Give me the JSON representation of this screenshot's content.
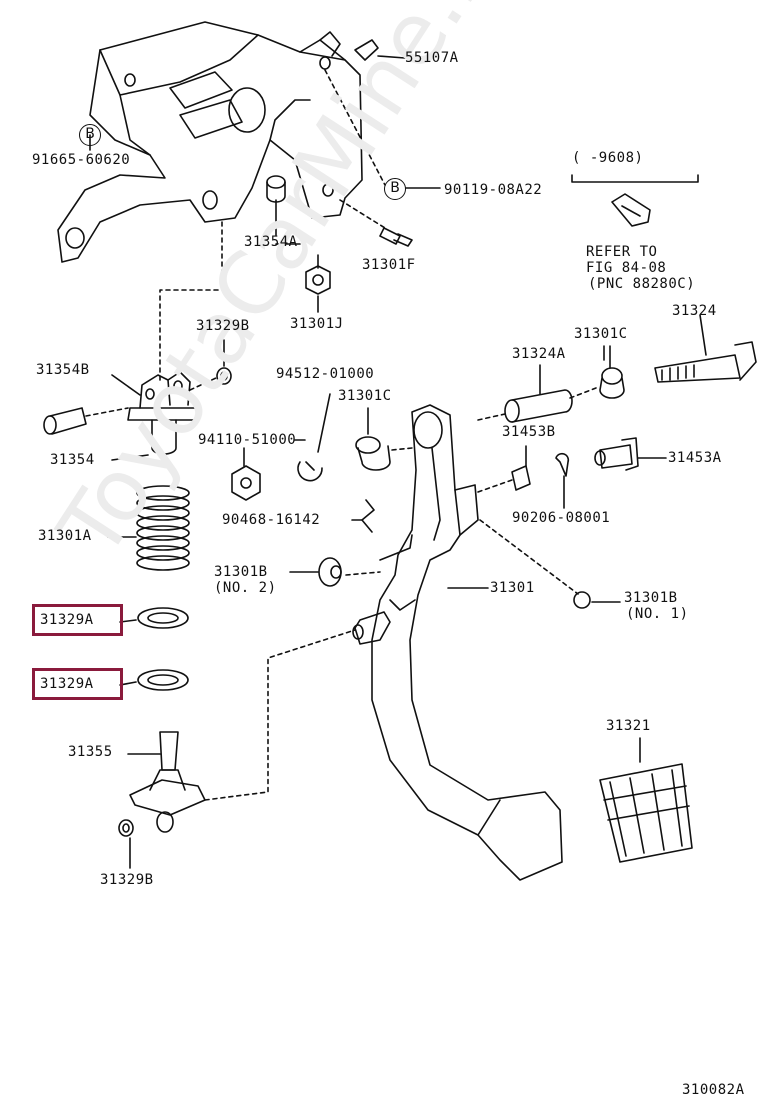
{
  "watermark": "ToyotaCarMine.ru",
  "figure_code": "310082A",
  "bracket_note": "(    -9608)",
  "refer": {
    "line1": "REFER TO",
    "line2": "FIG 84-08",
    "line3": "(PNC 88280C)"
  },
  "b_marker": "B",
  "labels": {
    "p55107A": "55107A",
    "p91665": "91665-60620",
    "p90119": "90119-08A22",
    "p31354A": "31354A",
    "p31301F": "31301F",
    "p31301J": "31301J",
    "p31329B_top": "31329B",
    "p31354B": "31354B",
    "p31354": "31354",
    "p94512": "94512-01000",
    "p31301C_left": "31301C",
    "p94110": "94110-51000",
    "p31324A": "31324A",
    "p31301C_right": "31301C",
    "p31324": "31324",
    "p31453B": "31453B",
    "p31453A": "31453A",
    "p31301A": "31301A",
    "p90468": "90468-16142",
    "p90206": "90206-08001",
    "p31301B_no2": "31301B",
    "no2": "(NO. 2)",
    "p31301": "31301",
    "p31301B_no1": "31301B",
    "no1": "(NO. 1)",
    "p31329A_1": "31329A",
    "p31329A_2": "31329A",
    "p31355": "31355",
    "p31329B_bottom": "31329B",
    "p31321": "31321"
  },
  "highlight_color": "#8a1a3c"
}
